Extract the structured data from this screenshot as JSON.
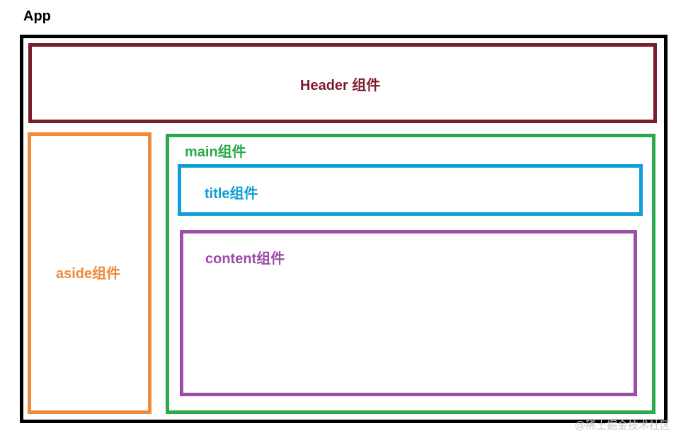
{
  "app": {
    "title": "App",
    "color": "#000000"
  },
  "header": {
    "label": "Header 组件",
    "color": "#7a1d2c"
  },
  "aside": {
    "label": "aside组件",
    "color": "#ef8a3a"
  },
  "main": {
    "label": "main组件",
    "color": "#2aaa4a",
    "title": {
      "label": "title组件",
      "color": "#0f9fd7"
    },
    "content": {
      "label": "content组件",
      "color": "#9b4ea6"
    }
  },
  "watermark": "@稀土掘金技术社区"
}
